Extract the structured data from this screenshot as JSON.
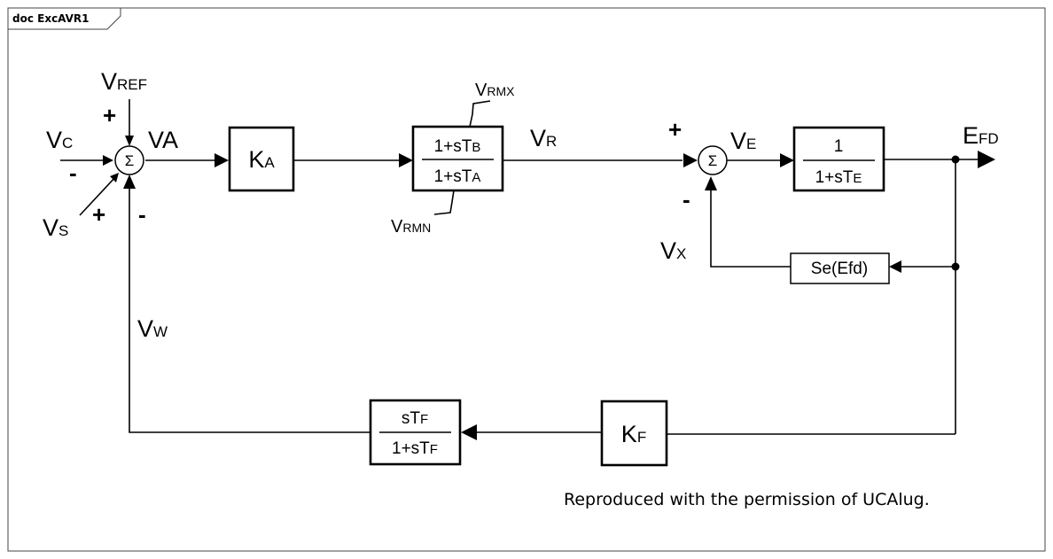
{
  "frame": {
    "title": "doc ExcAVR1"
  },
  "signals": {
    "vc": [
      "V",
      "C"
    ],
    "vref": [
      "V",
      "REF"
    ],
    "vs": [
      "V",
      "S"
    ],
    "va": "VA",
    "vr": [
      "V",
      "R"
    ],
    "vrmx": [
      "V",
      "RMX"
    ],
    "vrmn": [
      "V",
      "RMN"
    ],
    "ve": [
      "V",
      "E"
    ],
    "efd": [
      "E",
      "FD"
    ],
    "vx": [
      "V",
      "X"
    ],
    "vw": [
      "V",
      "W"
    ]
  },
  "signs": {
    "vref_plus": "+",
    "vc_minus": "-",
    "vs_plus": "+",
    "vw_minus": "-",
    "vr_plus": "+",
    "vx_minus": "-"
  },
  "sum_symbol": "Σ",
  "blocks": {
    "ka": [
      "K",
      "A"
    ],
    "lead_lag": {
      "num": [
        "1+sT",
        "B"
      ],
      "den": [
        "1+sT",
        "A"
      ]
    },
    "exciter": {
      "num": "1",
      "den": [
        "1+sT",
        "E"
      ]
    },
    "saturation": "Se(Efd)",
    "kf": [
      "K",
      "F"
    ],
    "feedback": {
      "num": [
        "sT",
        "F"
      ],
      "den": [
        "1+sT",
        "F"
      ]
    }
  },
  "credit": "Reproduced with the permission of UCAlug."
}
